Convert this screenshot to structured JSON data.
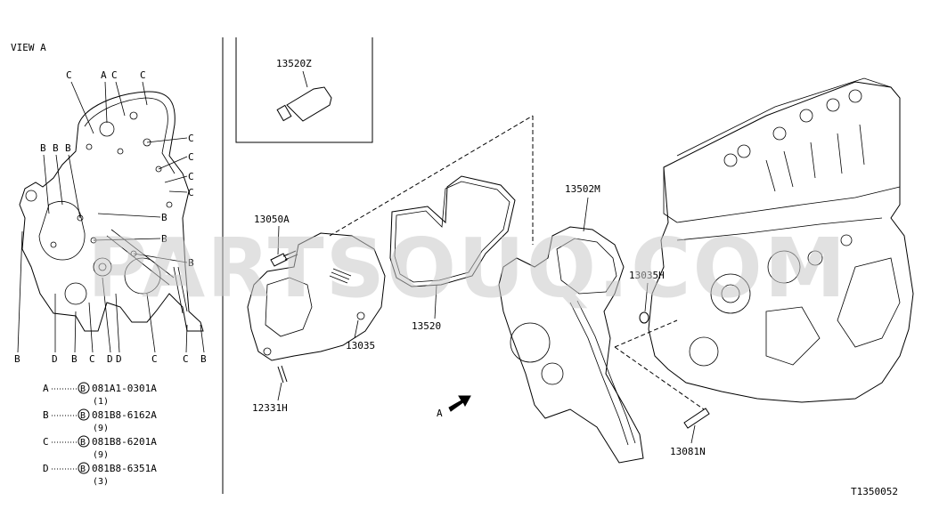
{
  "view_title": "VIEW A",
  "bolt_callouts": [
    "A",
    "C",
    "C",
    "C",
    "C",
    "B",
    "B",
    "B",
    "C",
    "C",
    "C",
    "B",
    "B",
    "B",
    "B",
    "D",
    "B",
    "C",
    "D",
    "D",
    "C",
    "C",
    "B"
  ],
  "legend": [
    {
      "key": "A",
      "circle": "B",
      "part": "081A1-0301A",
      "qty": "(1)"
    },
    {
      "key": "B",
      "circle": "B",
      "part": "081B8-6162A",
      "qty": "(9)"
    },
    {
      "key": "C",
      "circle": "B",
      "part": "081B8-6201A",
      "qty": "(9)"
    },
    {
      "key": "D",
      "circle": "B",
      "part": "081B8-6351A",
      "qty": "(3)"
    }
  ],
  "part_labels": {
    "p13520z": "13520Z",
    "p13050a": "13050A",
    "p13035": "13035",
    "p12331h": "12331H",
    "p13520": "13520",
    "p13502m": "13502M",
    "p13035h": "13035H",
    "p13081n": "13081N",
    "arrow_a": "A"
  },
  "diagram_code": "T1350052",
  "watermark": "PARTSOUQ.COM"
}
